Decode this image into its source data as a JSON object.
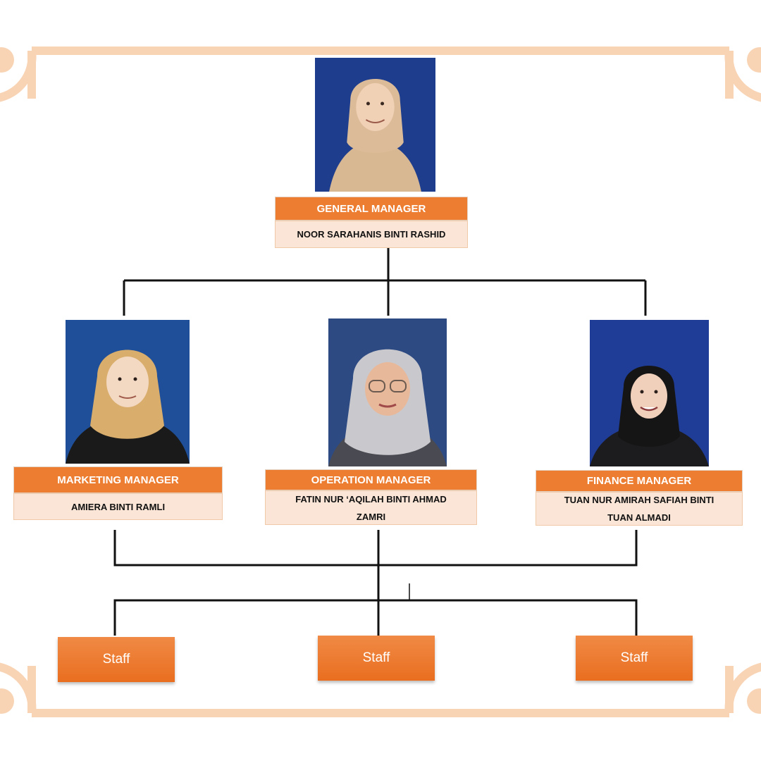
{
  "general_manager": {
    "title": "GENERAL MANAGER",
    "name": "NOOR SARAHANIS BINTI RASHID"
  },
  "marketing_manager": {
    "title": "MARKETING MANAGER",
    "name": "AMIERA BINTI RAMLI"
  },
  "operation_manager": {
    "title": "OPERATION MANAGER",
    "name_line1": "FATIN NUR ‘AQILAH BINTI AHMAD",
    "name_line2": "ZAMRI"
  },
  "finance_manager": {
    "title": "FINANCE MANAGER",
    "name_line1": "TUAN NUR AMIRAH SAFIAH BINTI",
    "name_line2": "TUAN ALMADI"
  },
  "staff": [
    {
      "label": "Staff"
    },
    {
      "label": "Staff"
    },
    {
      "label": "Staff"
    }
  ],
  "colors": {
    "frame": "#f8d3b4",
    "title_fill": "#ed7d31",
    "name_fill": "#fbe5d6",
    "photo_background": "#1f3c8c",
    "connector": "#111111"
  },
  "icons": [
    "person-photo"
  ]
}
